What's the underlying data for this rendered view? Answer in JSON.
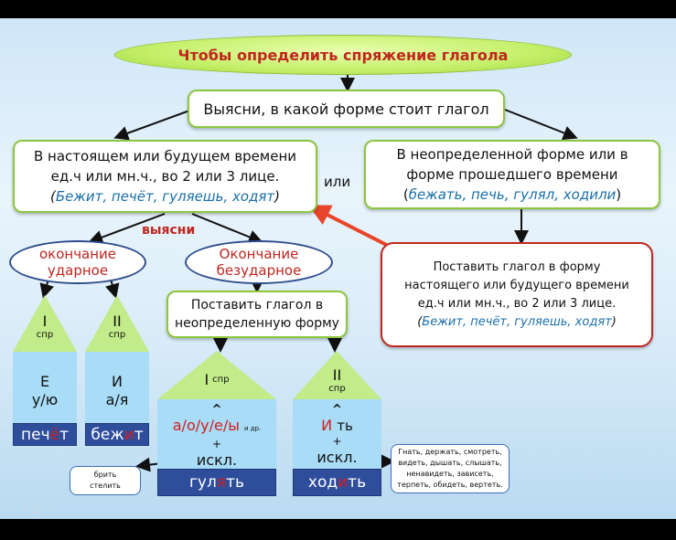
{
  "title": "Чтобы определить спряжение глагола",
  "step1": "Выясни, в какой форме стоит глагол",
  "left_box": {
    "line1": "В настоящем или будущем времени",
    "line2": "ед.ч или мн.ч., во 2 или 3 лице.",
    "examples": "Бежит, печёт, гуляешь, ходят",
    "open": "(",
    "close": ")"
  },
  "or_label": "или",
  "right_box": {
    "line1": "В неопределенной форме или в",
    "line2": "форме прошедшего времени",
    "examples": "бежать, печь, гулял, ходили",
    "open": "(",
    "close": ")"
  },
  "find_out": "выясни",
  "stressed": {
    "line1": "окончание",
    "line2": "ударное"
  },
  "unstressed": {
    "line1": "Окончание",
    "line2": "безударное"
  },
  "inf_box": {
    "line1": "Поставить глагол в",
    "line2": "неопределенную форму"
  },
  "put_box": {
    "line1": "Поставить глагол в форму",
    "line2": "настоящего или будущего времени",
    "line3": "ед.ч или мн.ч., во 2 или 3 лице.",
    "examples": "Бежит, печёт, гуляешь, ходят",
    "open": "(",
    "close": ")"
  },
  "col1": {
    "roman": "I",
    "spr": "спр",
    "e": "Е",
    "u": "у/ю",
    "w1": "печ",
    "w2": "ё",
    "w3": "т"
  },
  "col2": {
    "roman": "II",
    "spr": "спр",
    "e": "И",
    "u": "а/я",
    "w1": "беж",
    "w2": "и",
    "w3": "т"
  },
  "col3": {
    "roman": "I",
    "spr": "спр",
    "caret": "^",
    "vowels": "а/о/у/е/ы",
    "idr": "и др.",
    "plus": "+",
    "iskl": "искл.",
    "w1": "гул",
    "w2": "я",
    "w3": "ть"
  },
  "col4": {
    "roman": "II",
    "spr": "спр",
    "caret": "^",
    "i": "И",
    "t": "ть",
    "plus": "+",
    "iskl": "искл.",
    "w1": "ход",
    "w2": "и",
    "w3": "ть"
  },
  "exc_left": {
    "line1": "брить",
    "line2": "стелить"
  },
  "exc_right": {
    "line1": "Гнать, держать, смотреть,",
    "line2": "видеть, дышать, слышать,",
    "line3": "ненавидеть, зависеть,",
    "line4": "терпеть, обидеть, вертеть."
  },
  "colors": {
    "green_border": "#8cc63f",
    "title_text": "#c0261f",
    "red_arrow": "#e8452a",
    "dark_blue": "#2e4e9c",
    "light_blue": "#a9dcf6",
    "triangle_green": "#c2eb8a"
  }
}
